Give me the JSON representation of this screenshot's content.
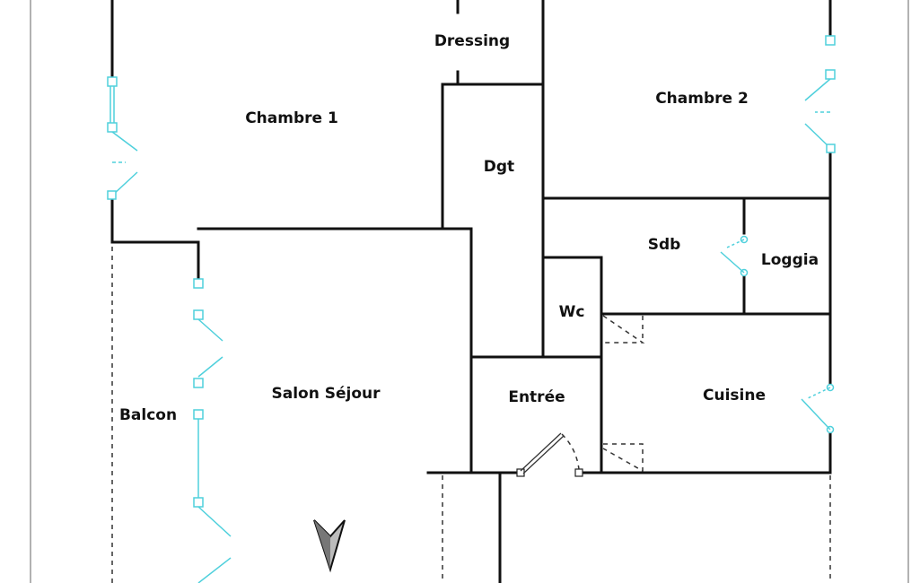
{
  "plan": {
    "rooms": {
      "dressing": "Dressing",
      "chambre1": "Chambre 1",
      "chambre2": "Chambre 2",
      "dgt": "Dgt",
      "sdb": "Sdb",
      "loggia": "Loggia",
      "wc": "Wc",
      "salon": "Salon Séjour",
      "balcon": "Balcon",
      "entree": "Entrée",
      "cuisine": "Cuisine"
    },
    "colors": {
      "wall": "#111111",
      "window": "#4fd0dc",
      "frame": "#999999"
    }
  }
}
